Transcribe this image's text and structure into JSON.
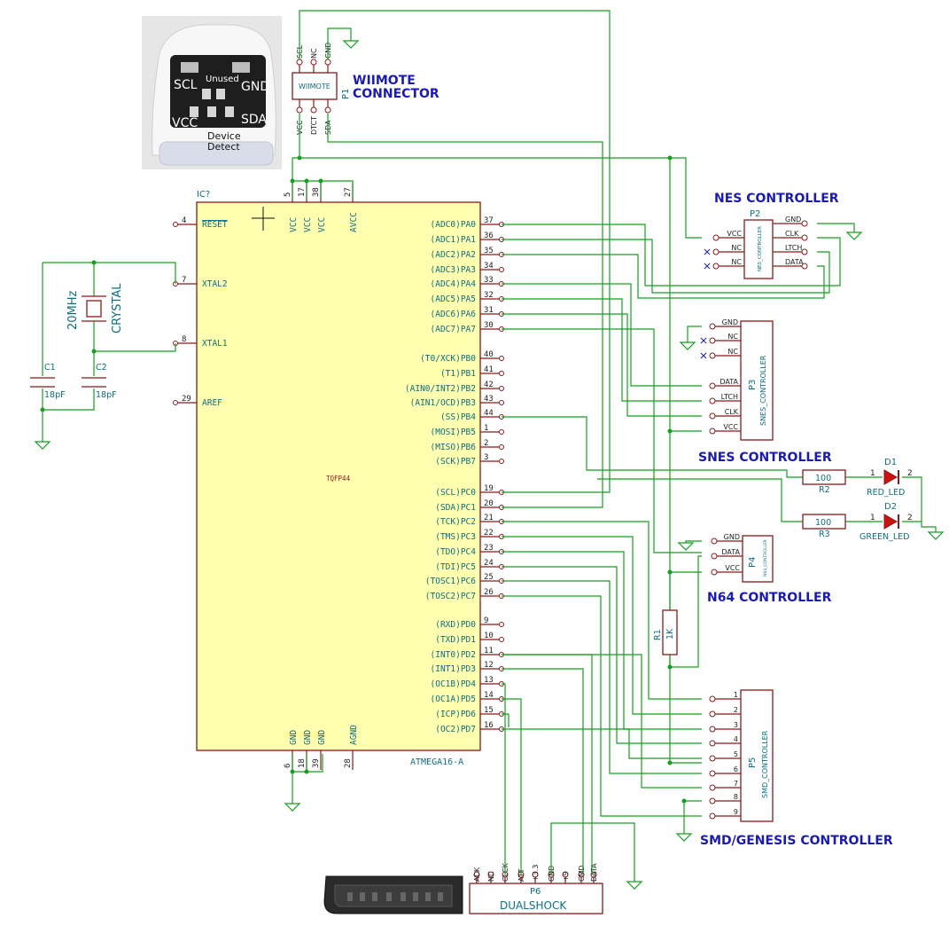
{
  "photo": {
    "labels": [
      "SCL",
      "Unused",
      "GND",
      "VCC",
      "SDA",
      "Device",
      "Detect"
    ]
  },
  "p1": {
    "ref": "P1",
    "body_text": "WIIMOTE",
    "title_line1": "WIIMOTE",
    "title_line2": "CONNECTOR",
    "top_pins": [
      "SCL",
      "NC",
      "GND"
    ],
    "bottom_pins": [
      "VCC",
      "DTCT",
      "SDA"
    ]
  },
  "ic": {
    "ref": "IC?",
    "package": "TQFP44",
    "part": "ATMEGA16-A",
    "left_pins": [
      {
        "num": "4",
        "name": "RESET"
      },
      {
        "num": "7",
        "name": "XTAL2"
      },
      {
        "num": "8",
        "name": "XTAL1"
      },
      {
        "num": "29",
        "name": "AREF"
      }
    ],
    "top_pins": [
      {
        "num": "5",
        "name": "VCC"
      },
      {
        "num": "17",
        "name": "VCC"
      },
      {
        "num": "38",
        "name": "VCC"
      },
      {
        "num": "27",
        "name": "AVCC"
      }
    ],
    "bottom_pins": [
      {
        "num": "6",
        "name": "GND"
      },
      {
        "num": "18",
        "name": "GND"
      },
      {
        "num": "39",
        "name": "GND"
      },
      {
        "num": "28",
        "name": "AGND"
      }
    ],
    "right_pins": [
      {
        "num": "37",
        "name": "(ADC0)PA0"
      },
      {
        "num": "36",
        "name": "(ADC1)PA1"
      },
      {
        "num": "35",
        "name": "(ADC2)PA2"
      },
      {
        "num": "34",
        "name": "(ADC3)PA3"
      },
      {
        "num": "33",
        "name": "(ADC4)PA4"
      },
      {
        "num": "32",
        "name": "(ADC5)PA5"
      },
      {
        "num": "31",
        "name": "(ADC6)PA6"
      },
      {
        "num": "30",
        "name": "(ADC7)PA7"
      },
      {
        "num": "40",
        "name": "(T0/XCK)PB0"
      },
      {
        "num": "41",
        "name": "(T1)PB1"
      },
      {
        "num": "42",
        "name": "(AIN0/INT2)PB2"
      },
      {
        "num": "43",
        "name": "(AIN1/OCD)PB3"
      },
      {
        "num": "44",
        "name": "(SS)PB4"
      },
      {
        "num": "1",
        "name": "(MOSI)PB5"
      },
      {
        "num": "2",
        "name": "(MISO)PB6"
      },
      {
        "num": "3",
        "name": "(SCK)PB7"
      },
      {
        "num": "19",
        "name": "(SCL)PC0"
      },
      {
        "num": "20",
        "name": "(SDA)PC1"
      },
      {
        "num": "21",
        "name": "(TCK)PC2"
      },
      {
        "num": "22",
        "name": "(TMS)PC3"
      },
      {
        "num": "23",
        "name": "(TDO)PC4"
      },
      {
        "num": "24",
        "name": "(TDI)PC5"
      },
      {
        "num": "25",
        "name": "(TOSC1)PC6"
      },
      {
        "num": "26",
        "name": "(TOSC2)PC7"
      },
      {
        "num": "9",
        "name": "(RXD)PD0"
      },
      {
        "num": "10",
        "name": "(TXD)PD1"
      },
      {
        "num": "11",
        "name": "(INT0)PD2"
      },
      {
        "num": "12",
        "name": "(INT1)PD3"
      },
      {
        "num": "13",
        "name": "(OC1B)PD4"
      },
      {
        "num": "14",
        "name": "(OC1A)PD5"
      },
      {
        "num": "15",
        "name": "(ICP)PD6"
      },
      {
        "num": "16",
        "name": "(OC2)PD7"
      }
    ]
  },
  "crystal": {
    "ref": "CRYSTAL",
    "value": "20MHz"
  },
  "c1": {
    "ref": "C1",
    "value": "18pF"
  },
  "c2": {
    "ref": "C2",
    "value": "18pF"
  },
  "p2": {
    "ref": "P2",
    "title": "NES CONTROLLER",
    "body_text": "NES_CONTROLLER",
    "left_pins": [
      "VCC",
      "NC",
      "NC"
    ],
    "right_pins": [
      "GND",
      "CLK",
      "LTCH",
      "DATA"
    ]
  },
  "p3": {
    "ref": "P3",
    "title": "SNES CONTROLLER",
    "body_text": "SNES_CONTROLLER",
    "pins": [
      "GND",
      "NC",
      "NC",
      "DATA",
      "LTCH",
      "CLK",
      "VCC"
    ]
  },
  "p4": {
    "ref": "P4",
    "title": "N64 CONTROLLER",
    "body_text": "N64_CONTROLLER",
    "pins": [
      "GND",
      "DATA",
      "VCC"
    ]
  },
  "p5": {
    "ref": "P5",
    "title": "SMD/GENESIS CONTROLLER",
    "body_text": "SMD_CONTROLLER",
    "pins": [
      "1",
      "2",
      "3",
      "4",
      "5",
      "6",
      "7",
      "8",
      "9"
    ]
  },
  "p6": {
    "ref": "P6",
    "body_text": "DUALSHOCK",
    "pins": [
      "ACK",
      "NC",
      "CLCK",
      "ATT",
      "+3.3",
      "GND",
      "+9",
      "CMD",
      "DATA"
    ]
  },
  "r1": {
    "ref": "R1",
    "value": "1K"
  },
  "r2": {
    "ref": "R2",
    "value": "100"
  },
  "r3": {
    "ref": "R3",
    "value": "100"
  },
  "d1": {
    "ref": "D1",
    "value": "RED_LED",
    "pin1": "1",
    "pin2": "2"
  },
  "d2": {
    "ref": "D2",
    "value": "GREEN_LED",
    "pin1": "1",
    "pin2": "2"
  }
}
